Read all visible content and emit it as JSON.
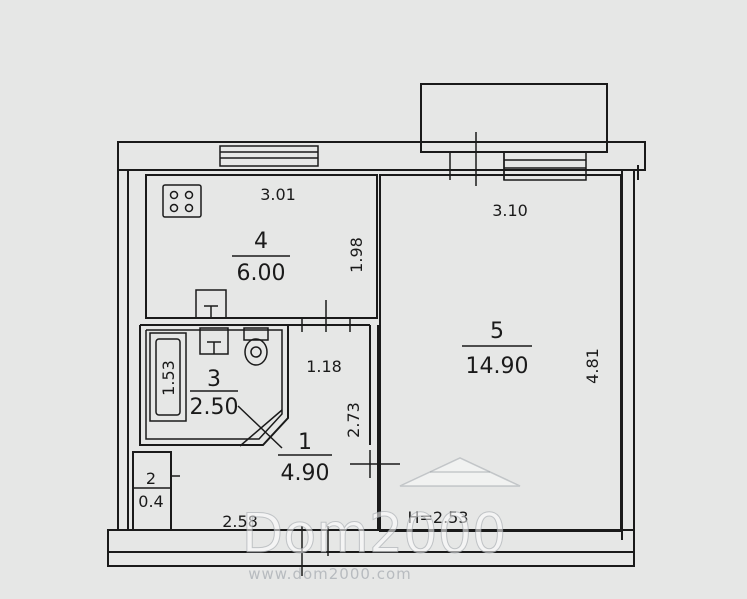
{
  "rooms": [
    {
      "id": "4",
      "number": "4",
      "area": "6.00",
      "width_dim": "3.01",
      "depth_dim": "1.98"
    },
    {
      "id": "5",
      "number": "5",
      "area": "14.90",
      "width_dim": "3.10",
      "depth_dim": "4.81"
    },
    {
      "id": "3",
      "number": "3",
      "area": "2.50",
      "inner_dim": "1.53"
    },
    {
      "id": "1",
      "number": "1",
      "area": "4.90",
      "width_dim": "2.58",
      "depth_dim": "2.73",
      "door_dim": "1.18"
    },
    {
      "id": "2",
      "number": "2",
      "area": "0.4"
    }
  ],
  "ceiling_height": "H=2.53",
  "watermark": {
    "logo": "Dom2000",
    "url": "www.dom2000.com"
  }
}
